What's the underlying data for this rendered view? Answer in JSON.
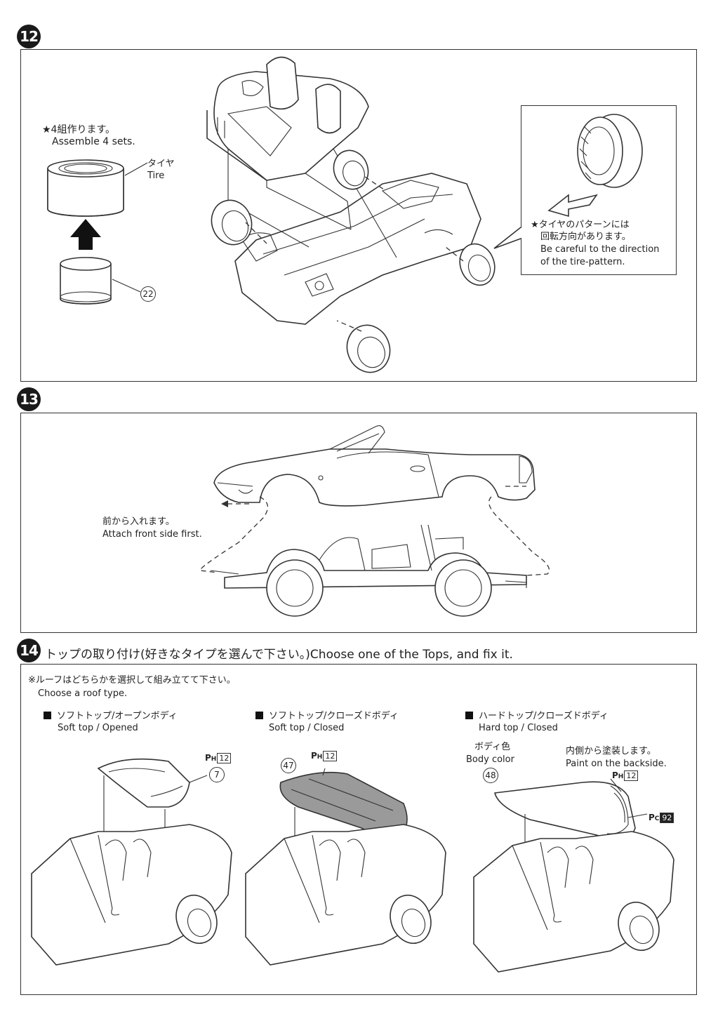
{
  "step12": {
    "number": "12",
    "assemble_jp": "★4組作ります。",
    "assemble_en": "Assemble 4 sets.",
    "tire_jp": "タイヤ",
    "tire_en": "Tire",
    "part_wheel": "22",
    "caution_jp_1": "★タイヤのパターンには",
    "caution_jp_2": "回転方向があります。",
    "caution_en_1": "Be careful to the direction",
    "caution_en_2": "of the tire-pattern."
  },
  "step13": {
    "number": "13",
    "front_jp": "前から入れます。",
    "front_en": "Attach front side first."
  },
  "step14": {
    "number": "14",
    "title_jp": "トップの取り付け(好きなタイプを選んで下さい。)",
    "title_en": "Choose one of the Tops, and fix it.",
    "note_jp": "※ルーフはどちらかを選択して組み立てて下さい。",
    "note_en": "Choose a roof type.",
    "options": [
      {
        "jp": "ソフトトップ/オープンボディ",
        "en": "Soft top / Opened",
        "part": "7",
        "paint_prefix": "P",
        "paint_sub": "H",
        "paint_num": "12"
      },
      {
        "jp": "ソフトトップ/クローズドボディ",
        "en": "Soft top / Closed",
        "part": "47",
        "paint_prefix": "P",
        "paint_sub": "H",
        "paint_num": "12"
      },
      {
        "jp": "ハードトップ/クローズドボディ",
        "en": "Hard top / Closed",
        "part": "48",
        "body_jp": "ボディ色",
        "body_en": "Body color",
        "inside_jp": "内側から塗装します。",
        "inside_en": "Paint on the backside.",
        "paint_prefix": "P",
        "paint_sub": "H",
        "paint_num": "12",
        "paint2_prefix": "P",
        "paint2_sub": "C",
        "paint2_num": "92"
      }
    ]
  }
}
